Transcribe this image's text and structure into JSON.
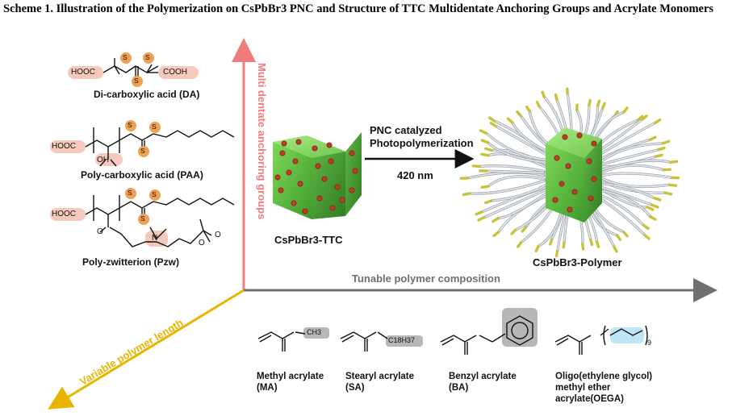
{
  "caption": "Scheme 1. Illustration of the Polymerization on CsPbBr3 PNC and Structure of TTC Multidentate Anchoring Groups and Acrylate Monomers",
  "anchors": [
    {
      "name": "Di-carboxylic acid (DA)"
    },
    {
      "name": "Poly-carboxylic acid (PAA)"
    },
    {
      "name": "Poly-zwitterion (Pzw)"
    }
  ],
  "chem_labels": {
    "hooc": "HOOC",
    "cooh": "COOH",
    "s": "S",
    "oh": "OH",
    "o": "O",
    "n_plus": "N",
    "so3": "O",
    "o_minus": "O"
  },
  "axes": {
    "vertical": "Multi dentate anchoring groups",
    "horizontal": "Tunable polymer composition",
    "diagonal": "Variable polymer length"
  },
  "center": {
    "ttc_label": "CsPbBr3-TTC",
    "reaction_line1": "PNC catalyzed",
    "reaction_line2": "Photopolymerization",
    "wavelength": "420 nm",
    "polymer_label": "CsPbBr3-Polymer"
  },
  "monomers": [
    {
      "name": "Methyl acrylate",
      "abbr": "(MA)",
      "group": "CH3"
    },
    {
      "name": "Stearyl acrylate",
      "abbr": "(SA)",
      "group": "C18H37"
    },
    {
      "name": "Benzyl acrylate",
      "abbr": "(BA)",
      "group": ""
    },
    {
      "name": "Oligo(ethylene glycol)",
      "name2": "methyl ether",
      "abbr": "acrylate(OEGA)",
      "group": "9"
    }
  ],
  "colors": {
    "vertical_axis": "#f07b7b",
    "horizontal_axis": "#6f6f6f",
    "diagonal_axis": "#e8b400",
    "sulfur": "#f0a050",
    "highlight": "#f6c9bd",
    "cube_green": "#6cc24a",
    "dot_red": "#c0392b",
    "peg_blue": "#bfe4f5",
    "benzyl_gray": "#b7b7b7"
  }
}
